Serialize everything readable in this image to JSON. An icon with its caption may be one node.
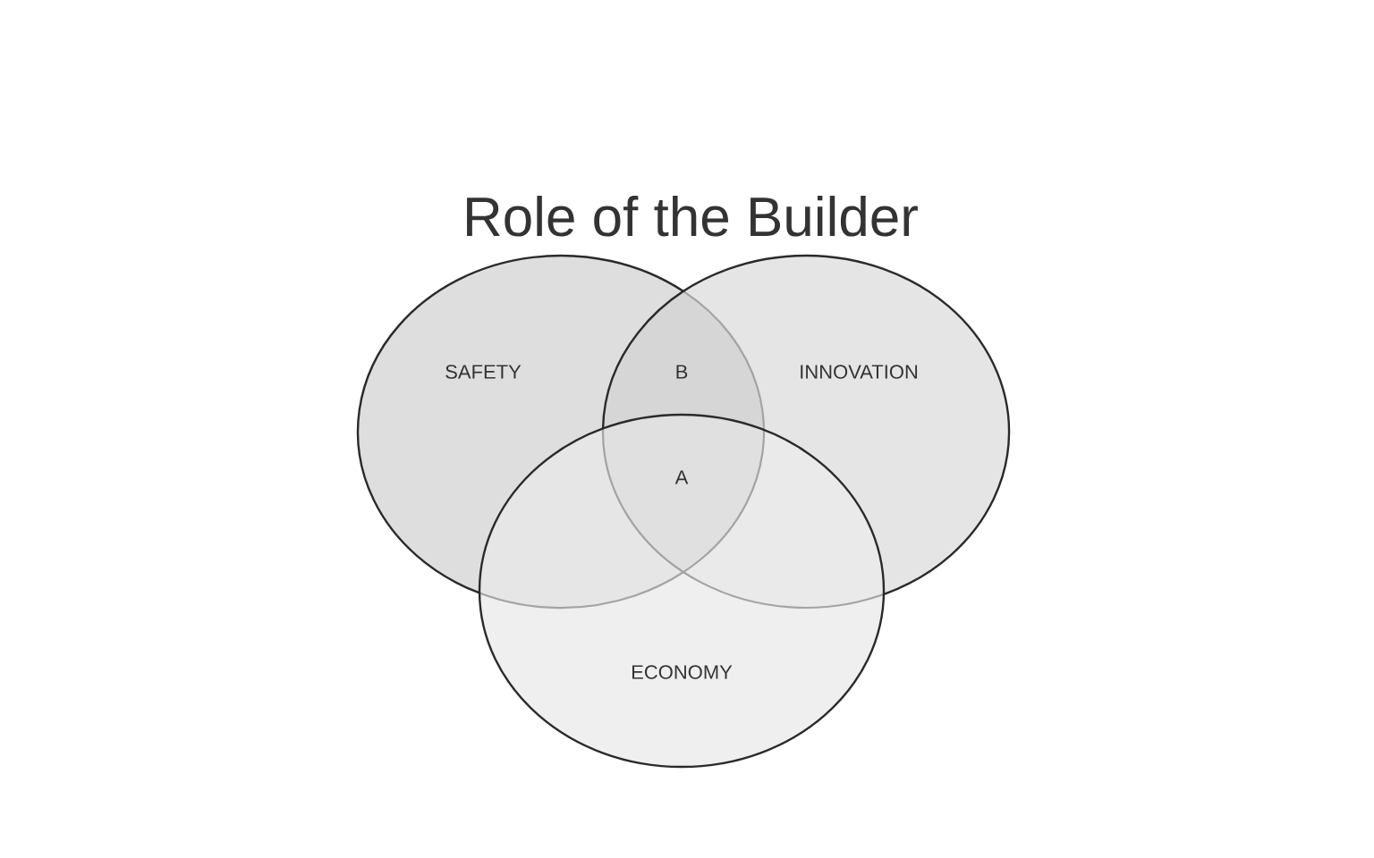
{
  "diagram": {
    "title": "Role of the Builder",
    "nodes": [
      {
        "text": [
          "SAFETY"
        ]
      },
      {
        "text": [
          "INNOVATION"
        ]
      },
      {
        "text": [
          "ECONOMY"
        ]
      }
    ],
    "labels": [
      "B",
      "A"
    ]
  }
}
